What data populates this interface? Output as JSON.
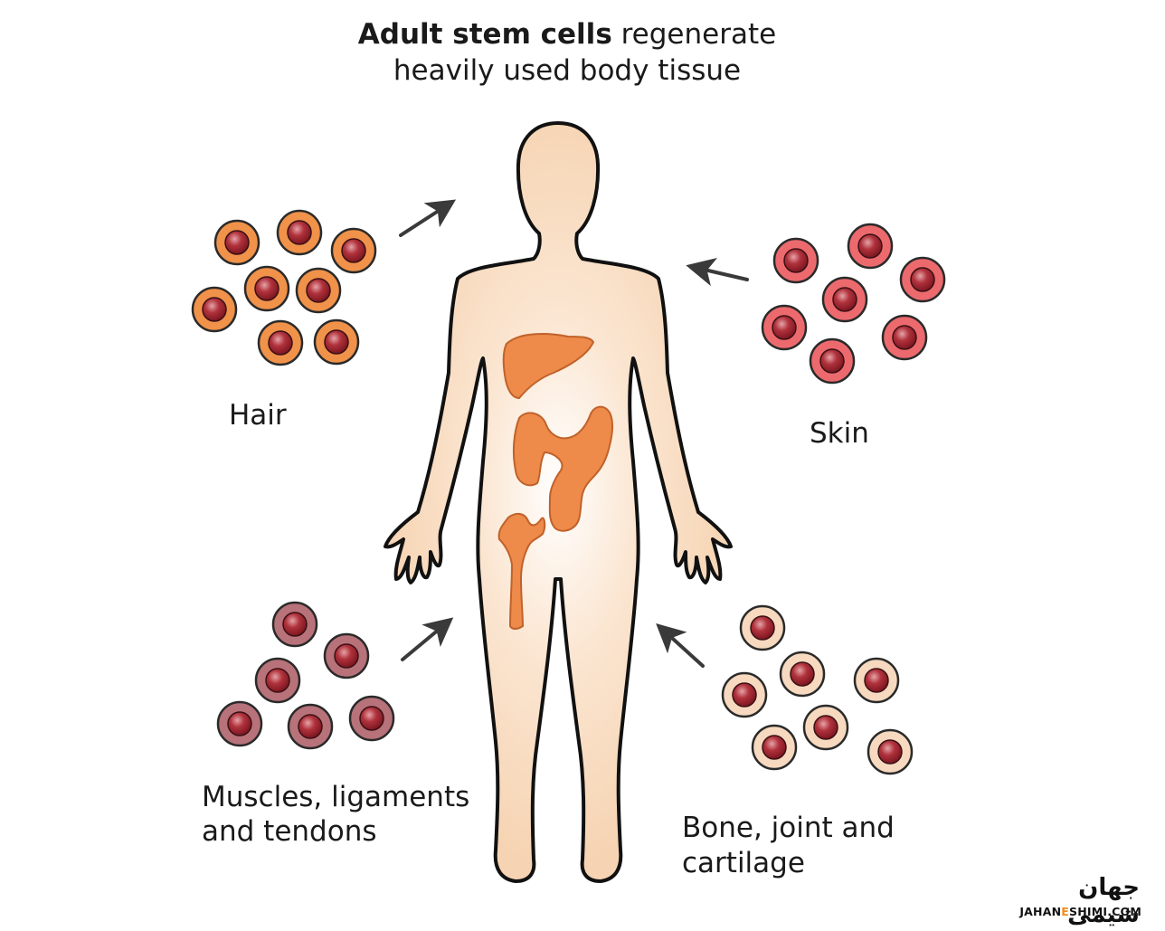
{
  "title": {
    "bold": "Adult stem cells",
    "rest": " regenerate",
    "line2": "heavily used body tissue"
  },
  "labels": {
    "hair": "Hair",
    "skin": "Skin",
    "muscles_line1": "Muscles, ligaments",
    "muscles_line2": "and tendons",
    "bone_line1": "Bone, joint and",
    "bone_line2": "cartilage"
  },
  "logo": {
    "persian": "جهان شیمی",
    "latin_a": "JAHAN",
    "latin_e": "E",
    "latin_b": "SHIMI.COM"
  },
  "colors": {
    "hair_cell": "#f0924a",
    "skin_cell": "#ec6a6e",
    "muscle_cell": "#b8727a",
    "bone_cell": "#f6d9bf",
    "nucleus": "#a0242e",
    "body": "#f7d7b8",
    "organ": "#ee8a4a",
    "logo_accent": "#f28c1e"
  }
}
